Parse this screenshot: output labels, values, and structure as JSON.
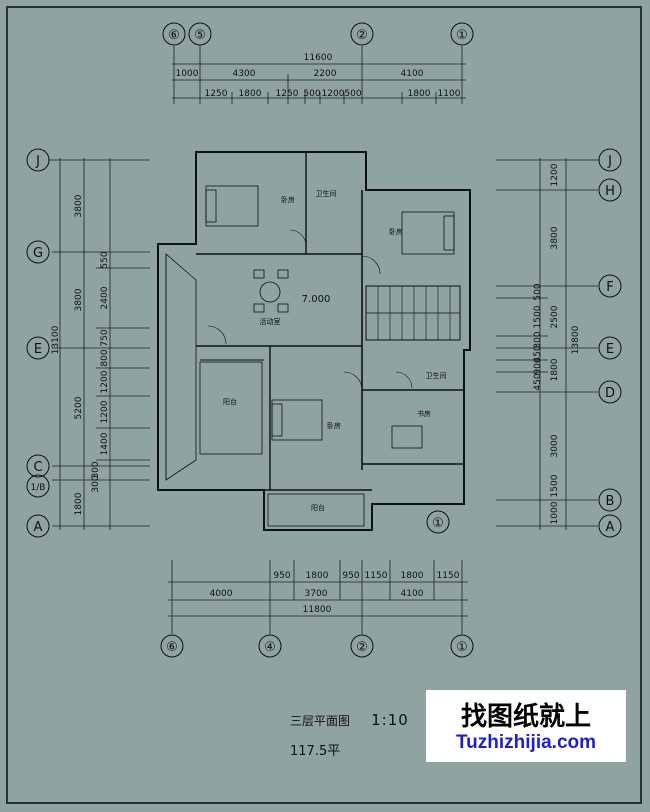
{
  "axes": {
    "top": [
      "⑥",
      "⑤",
      "②",
      "①"
    ],
    "bottom": [
      "⑥",
      "④",
      "②",
      "①"
    ],
    "left": [
      "J",
      "G",
      "E",
      "C",
      "1/B",
      "A"
    ],
    "right": [
      "J",
      "H",
      "F",
      "E",
      "D",
      "B",
      "A"
    ],
    "inner_mark": "①"
  },
  "dimensions": {
    "top_total": "11600",
    "top_row1": [
      "1000",
      "4300",
      "2200",
      "4100"
    ],
    "top_row2": [
      "1250",
      "1800",
      "1250",
      "500",
      "1200",
      "500",
      "1800",
      "1100"
    ],
    "left_total": "13100",
    "left_row1": [
      "3800",
      "3800",
      "5200",
      "1800"
    ],
    "left_row2": [
      "550",
      "2400",
      "750",
      "800",
      "1200",
      "1200",
      "1400",
      "300",
      "300"
    ],
    "right_total": "13800",
    "right_row1": [
      "1200",
      "3800",
      "2500",
      "1800",
      "3000",
      "1500",
      "1000"
    ],
    "right_row2": [
      "500",
      "1500",
      "300",
      "450",
      "900",
      "450"
    ],
    "bottom_row1": [
      "950",
      "1800",
      "950",
      "1150",
      "1800",
      "1150"
    ],
    "bottom_row2": [
      "4000",
      "3700",
      "4100"
    ],
    "bottom_total": "11800"
  },
  "rooms": {
    "bedroom_nw": "卧房",
    "bathroom_n": "卫生间",
    "bedroom_ne": "卧房",
    "activity_room": "活动室",
    "elevation": "7.000",
    "terrace": "阳台",
    "bedroom_s": "卧房",
    "bathroom_e": "卫生间",
    "study": "书房",
    "balcony": "阳台"
  },
  "caption": {
    "title": "三层平面图",
    "scale": "1:10",
    "area": "117.5平"
  },
  "watermark": {
    "text": "找图纸就上",
    "url": "Tuzhizhijia.com"
  },
  "colors": {
    "background": "#8fa3a1",
    "line": "#1b1f1f",
    "url": "#1e1ed0"
  }
}
